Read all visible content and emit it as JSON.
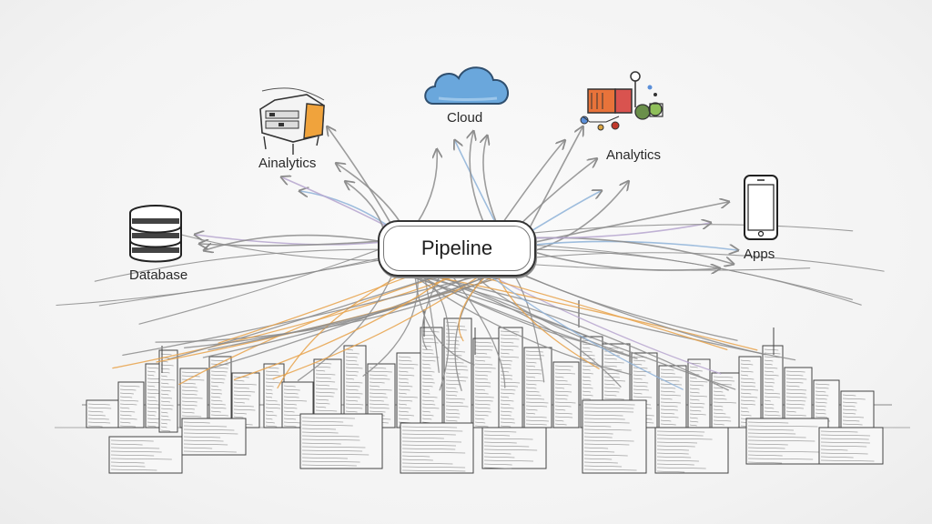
{
  "diagram": {
    "center": {
      "label": "Pipeline"
    },
    "nodes": {
      "cloud": {
        "label": "Cloud",
        "icon": "cloud-icon"
      },
      "analytics_left": {
        "label": "Ainalytics",
        "icon": "server-icon"
      },
      "analytics_right": {
        "label": "Analytics",
        "icon": "analytics-dashboard-icon"
      },
      "database": {
        "label": "Database",
        "icon": "database-icon"
      },
      "apps": {
        "label": "Apps",
        "icon": "smartphone-icon"
      }
    },
    "colors": {
      "line_gray": "#8c8c8c",
      "line_orange": "#e8a24a",
      "line_blue": "#8fb3d9",
      "line_purple": "#b7a6cf",
      "cloud_fill": "#6aa7dc",
      "server_accent": "#f0a33c"
    }
  }
}
